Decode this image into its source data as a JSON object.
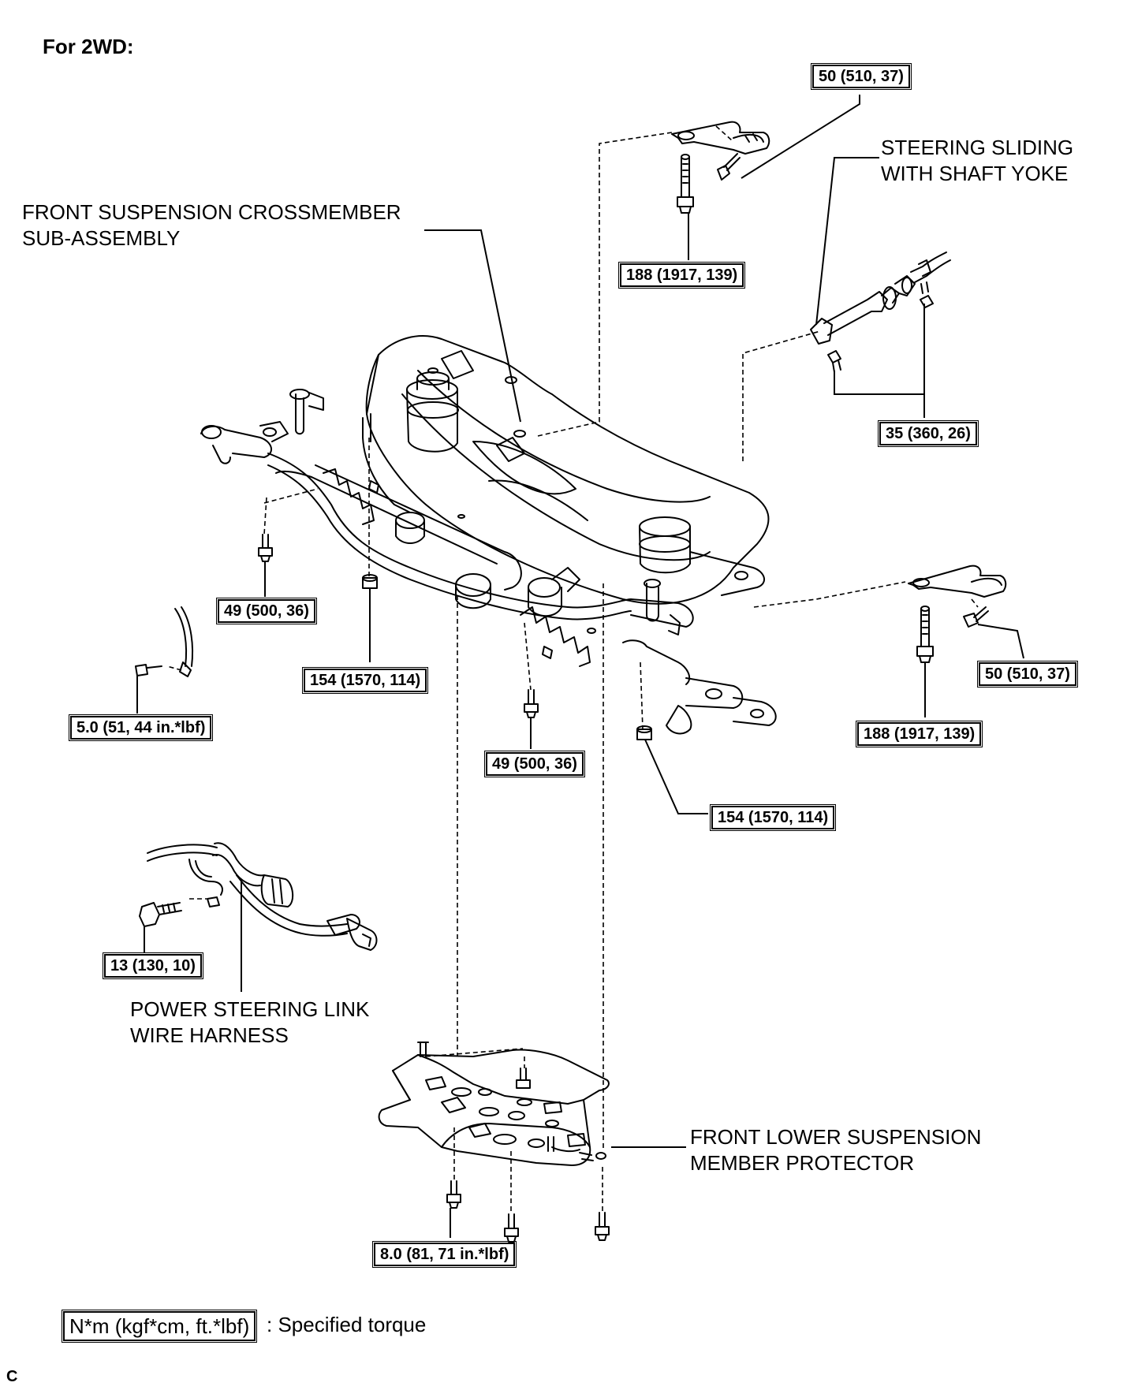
{
  "heading": "For 2WD:",
  "labels": {
    "crossmember": [
      "FRONT SUSPENSION CROSSMEMBER",
      "SUB-ASSEMBLY"
    ],
    "sliding_yoke": [
      "STEERING SLIDING",
      "WITH SHAFT YOKE"
    ],
    "wire_harness": [
      "POWER STEERING LINK",
      "WIRE HARNESS"
    ],
    "protector": [
      "FRONT LOWER SUSPENSION",
      "MEMBER PROTECTOR"
    ]
  },
  "torques": {
    "bracket_top_bolt": "50 (510, 37)",
    "bracket_top_stud": "188 (1917, 139)",
    "yoke_bolts": "35 (360, 26)",
    "stab_left": "49 (500, 36)",
    "rack_mount_left": "154 (1570, 114)",
    "clamp_bolt": "5.0 (51, 44 in.*lbf)",
    "stab_right": "49 (500, 36)",
    "rack_mount_right": "154 (1570, 114)",
    "bracket_right_stud": "188 (1917, 139)",
    "bracket_right_bolt": "50 (510, 37)",
    "harness_bolt": "13 (130, 10)",
    "protector_bolts": "8.0 (81, 71 in.*lbf)"
  },
  "legend": {
    "unit_box": "N*m (kgf*cm, ft.*lbf)",
    "unit_text": ": Specified torque"
  },
  "figure_code": "C"
}
